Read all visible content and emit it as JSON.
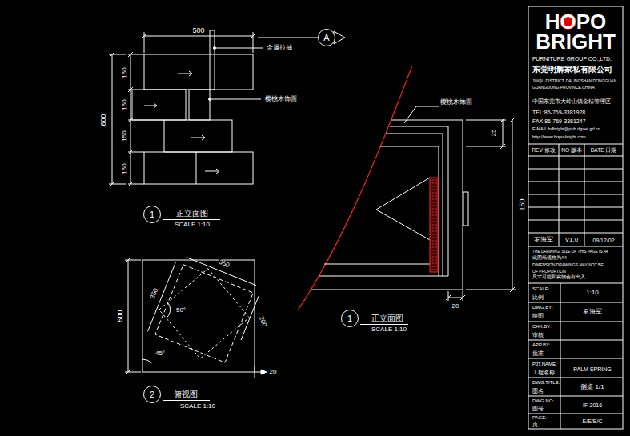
{
  "diagram": {
    "nodes": [
      {
        "text": [
          "A"
        ]
      },
      {
        "text": [
          "1"
        ]
      },
      {
        "text": [
          "1"
        ]
      },
      {
        "text": [
          "2"
        ]
      }
    ],
    "labels": [
      "500",
      "金属拉抽",
      "樱桃木饰面",
      "150",
      "150",
      "150",
      "150",
      "600",
      "正立面图",
      "SCALE 1:10",
      "350",
      "350",
      "50°",
      "200",
      "45°",
      "500",
      "20",
      "俯视图",
      "SCALE 1:10",
      "樱桃木饰面",
      "25",
      "150",
      "20",
      "正立面图",
      "SCALE 1:10",
      "HOPO",
      "BRIGHT",
      "FURNITURE GROUP CO.,LTD.",
      "东莞明辉家私有限公司",
      "JINQU DISTRICT, DALINGSHAN DONGGUAN",
      "GUANGDONG PROVINCE.CHINA",
      "中国东莞市大岭山镇金桔管理区",
      "TEL:86-769-3381928",
      "FAX:86-769-3381247",
      "E-MAIL:hdbright@pub.dgnet.gd.cn",
      "http://www.hopo-bright.com",
      "REV 修改",
      "NO 版本",
      "DATE 日期",
      "罗海军",
      "V1.0",
      "09/12/02",
      "THE DRAWING, SIZE OF THIS PAGE IS A4",
      "此图纸规格为A4",
      "DIMENSION DRAWINGS MAY NOT BE",
      "OF PROPORTION",
      "尺寸可能和实物会有出入",
      "SCALE:",
      "比例",
      "1:10",
      "DWG.BY:",
      "绘图",
      "罗海军",
      "CHK.BY:",
      "审核",
      "APP.BY:",
      "批准",
      "PJT.NAME:",
      "工程名称",
      "PALM SPRING",
      "DWG.TITLE:",
      "图名",
      "侧桌 1/1",
      "DWG.NO:",
      "图号",
      "IF-2016",
      "PAGE:",
      "页",
      "E/E/E/C"
    ]
  }
}
